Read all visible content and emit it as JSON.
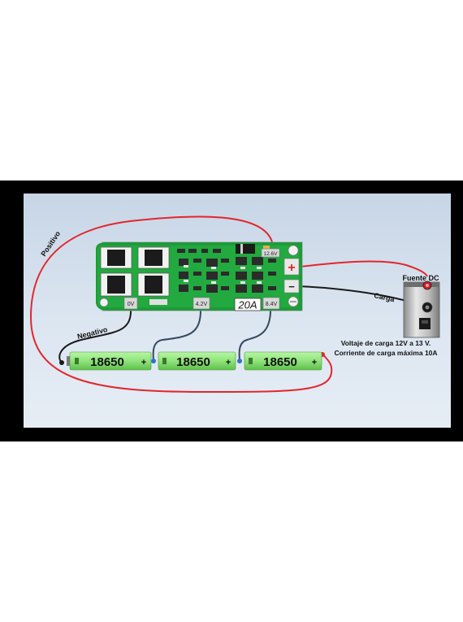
{
  "board": {
    "current_rating": "20A",
    "pad_0v": "0V",
    "pad_4v2": "4.2V",
    "pad_8v4": "8.4V",
    "pad_12v6": "12.6V",
    "plus_sign": "+",
    "minus_sign": "−"
  },
  "wires": {
    "positive_label": "Positivo",
    "negative_label": "Negativo",
    "load_label": "Carga"
  },
  "batteries": [
    {
      "label": "18650",
      "plus": "+"
    },
    {
      "label": "18650",
      "plus": "+"
    },
    {
      "label": "18650",
      "plus": "+"
    }
  ],
  "power_supply": {
    "title": "Fuente DC"
  },
  "notes": {
    "line1": "Voltaje de carga 12V a 13 V.",
    "line2": "Corriente de carga máxima 10A"
  },
  "colors": {
    "positive_wire": "#e3262c",
    "negative_wire": "#1a1a1a",
    "link_wire": "#34495e",
    "battery": "#8fe37a",
    "pcb": "#ffffff"
  }
}
